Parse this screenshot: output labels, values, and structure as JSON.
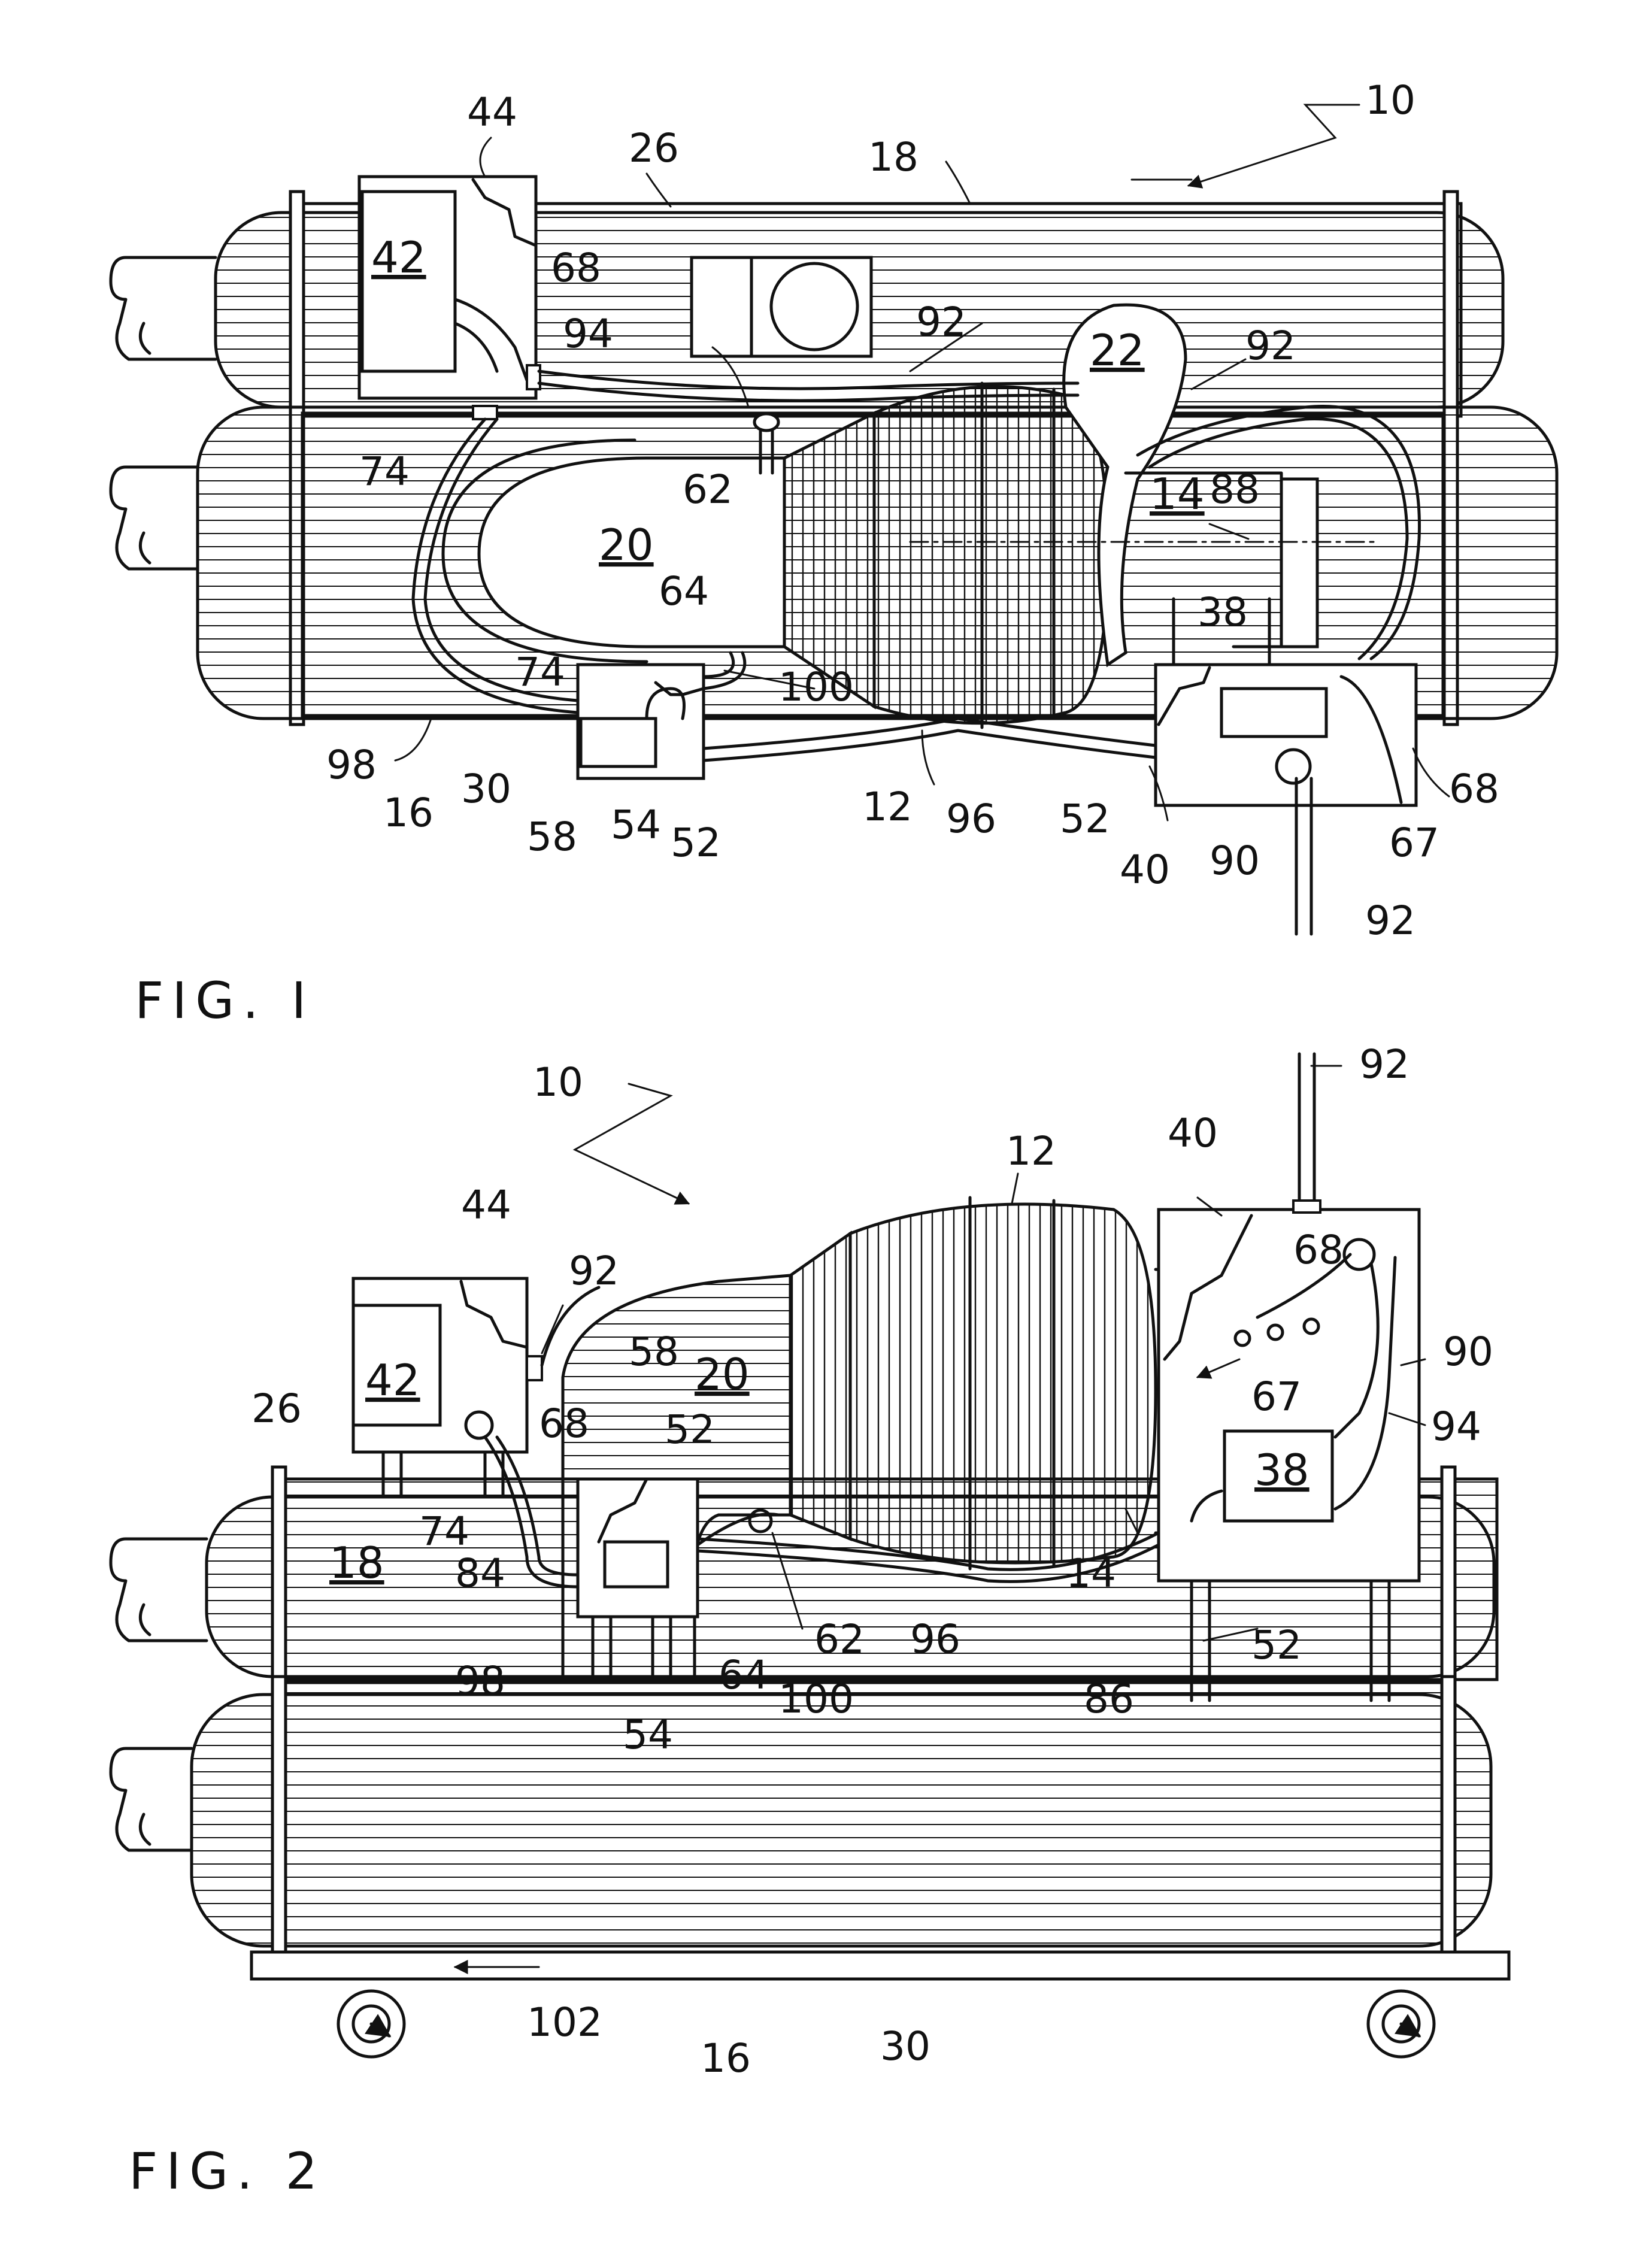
{
  "fig1": {
    "caption": "FIG.  I",
    "labels": {
      "l10": "10",
      "l44": "44",
      "l26": "26",
      "l18": "18",
      "l42": "42",
      "l68a": "68",
      "l94": "94",
      "l92a": "92",
      "l92b": "92",
      "l22": "22",
      "l62": "62",
      "l14": "14",
      "l88": "88",
      "l20": "20",
      "l74a": "74",
      "l74b": "74",
      "l64": "64",
      "l100": "100",
      "l38": "38",
      "l98": "98",
      "l16": "16",
      "l30": "30",
      "l58": "58",
      "l54": "54",
      "l52a": "52",
      "l12": "12",
      "l96": "96",
      "l52b": "52",
      "l40": "40",
      "l90": "90",
      "l67": "67",
      "l68b": "68",
      "l92c": "92"
    }
  },
  "fig2": {
    "caption": "FIG.  2",
    "labels": {
      "l10": "10",
      "l92a": "92",
      "l12": "12",
      "l40": "40",
      "l44": "44",
      "l92b": "92",
      "l68a": "68",
      "l58": "58",
      "l20": "20",
      "l42": "42",
      "l26": "26",
      "l68b": "68",
      "l52a": "52",
      "l90": "90",
      "l67": "67",
      "l94": "94",
      "l38": "38",
      "l18": "18",
      "l74": "74",
      "l84": "84",
      "l14": "14",
      "l62": "62",
      "l96": "96",
      "l52b": "52",
      "l98": "98",
      "l64": "64",
      "l100": "100",
      "l86": "86",
      "l54": "54",
      "l102": "102",
      "l16": "16",
      "l30": "30"
    }
  }
}
